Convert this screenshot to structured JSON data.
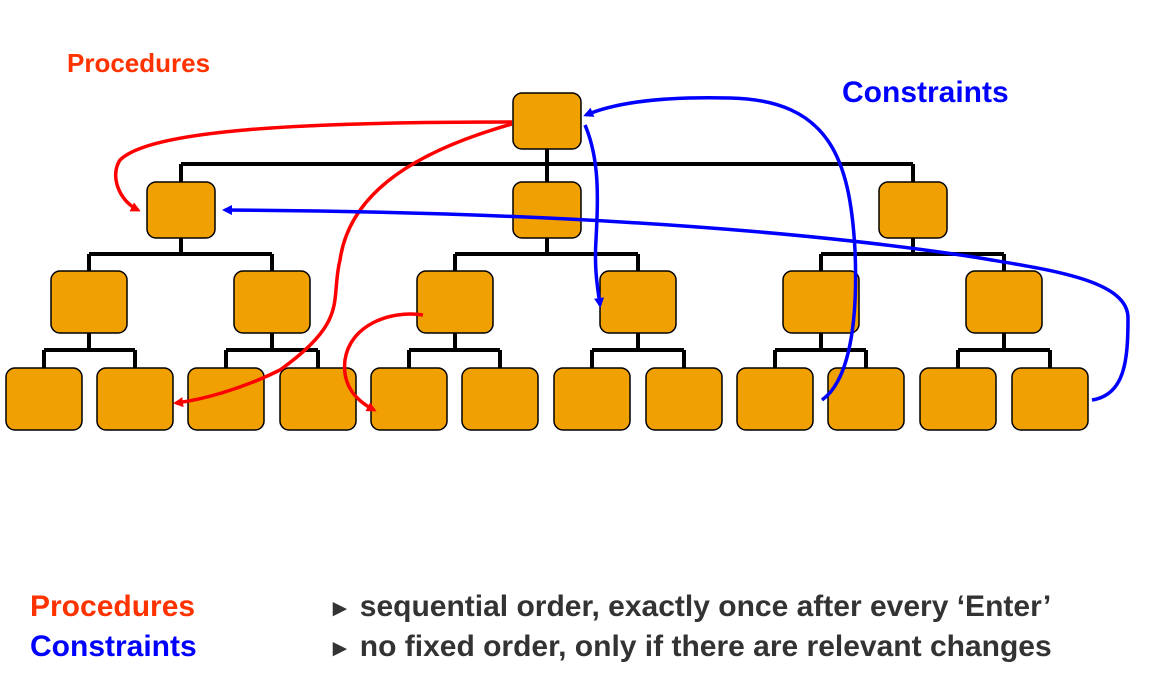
{
  "colors": {
    "procedures": "#ff3300",
    "constraints": "#0000ff",
    "node_fill": "#f0a000",
    "node_stroke": "#000000",
    "red_arrow": "#ff0000",
    "blue_arrow": "#0000ff"
  },
  "labels": {
    "procedures": "Procedures",
    "constraints": "Constraints"
  },
  "legend": {
    "procedures_term": "Procedures",
    "procedures_desc": "sequential order, exactly once after every ‘Enter’",
    "constraints_term": "Constraints",
    "constraints_desc": "no fixed order, only if there are relevant changes",
    "bullet_glyph": "►"
  }
}
